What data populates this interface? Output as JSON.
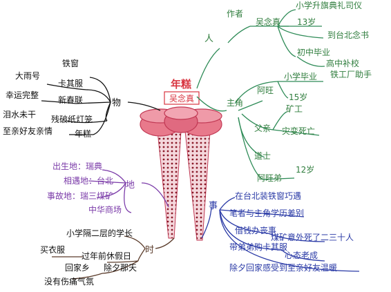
{
  "center": {
    "title": "年糕",
    "author": "吴念真"
  },
  "colors": {
    "title_red": "#d8343f",
    "cake_pink": "#e8798b",
    "cake_edge": "#c23a55",
    "stick_dot": "#8b1a2a",
    "branch_people": "#2e8b57",
    "branch_event": "#2a3aa6",
    "branch_place": "#7a3aa8",
    "branch_time": "#5a3b2a",
    "branch_object": "#111111",
    "text_green": "#2f7d3d",
    "text_blue": "#2a3aa6",
    "text_purple": "#7a3aa8",
    "text_dark": "#111111"
  },
  "branches": {
    "people": {
      "label": "人",
      "author_group": {
        "label": "作者",
        "name": "吴念真",
        "items": [
          "小学升旗典礼司仪",
          "13岁",
          "到台北念书",
          "初中毕业",
          "高中补校"
        ]
      },
      "protagonist_group": {
        "label": "主角",
        "awang": {
          "label": "阿旺",
          "items": [
            "小学毕业",
            "铁工厂助手",
            "15岁"
          ]
        },
        "father": {
          "label": "父亲",
          "items": [
            "矿工",
            "灾变死亡"
          ]
        },
        "daoshi": {
          "label": "道士"
        },
        "brother": {
          "label": "阿旺弟",
          "items": [
            "12岁"
          ]
        }
      }
    },
    "events": {
      "label": "事",
      "items": [
        "在台北装铁窗巧遇",
        "笔者与主角学历差别",
        "借钱办丧事",
        "煤矿意外死了二三十人",
        "带弟弟购卡其服",
        "心态老成",
        "除夕回家感受到至亲好友温暖"
      ]
    },
    "place": {
      "label": "地",
      "items": [
        "出生地：瑞典",
        "相遇地：台北",
        "事故地：瑞三煤矿",
        "中华商场"
      ]
    },
    "time": {
      "label": "时",
      "items": [
        "小学隔二层的学长",
        "过年前休假日",
        "买衣服",
        "回家乡",
        "除夕那天",
        "没有伤痛气氛"
      ]
    },
    "objects": {
      "label": "物",
      "items": [
        "铁窗",
        "卡其服",
        "大雨号",
        "新春联",
        "幸运完整",
        "残破纸灯笼",
        "泪水未干",
        "至亲好友亲情",
        "年糕"
      ]
    }
  }
}
